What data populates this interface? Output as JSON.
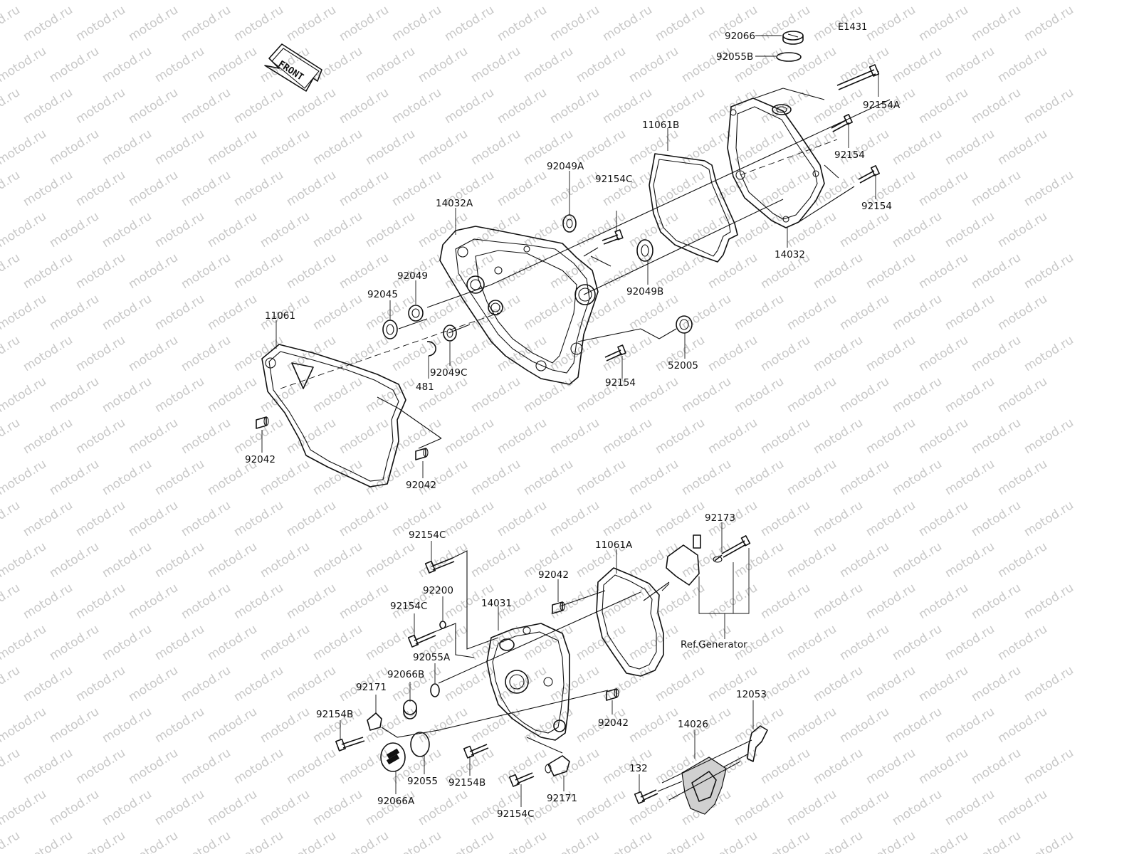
{
  "diagram_code": "E1431",
  "front_label": "FRONT",
  "watermark": "motod.ru",
  "reference": "Ref.Generator",
  "labels": [
    {
      "id": "92066_top",
      "text": "92066"
    },
    {
      "id": "92055B",
      "text": "92055B"
    },
    {
      "id": "92154A",
      "text": "92154A"
    },
    {
      "id": "92154_r1",
      "text": "92154"
    },
    {
      "id": "92154_r2",
      "text": "92154"
    },
    {
      "id": "14032",
      "text": "14032"
    },
    {
      "id": "11061B",
      "text": "11061B"
    },
    {
      "id": "92049A",
      "text": "92049A"
    },
    {
      "id": "92154C_top",
      "text": "92154C"
    },
    {
      "id": "14032A",
      "text": "14032A"
    },
    {
      "id": "92049B",
      "text": "92049B"
    },
    {
      "id": "52005",
      "text": "52005"
    },
    {
      "id": "92154_mid",
      "text": "92154"
    },
    {
      "id": "92049",
      "text": "92049"
    },
    {
      "id": "92045",
      "text": "92045"
    },
    {
      "id": "92049C",
      "text": "92049C"
    },
    {
      "id": "481",
      "text": "481"
    },
    {
      "id": "11061",
      "text": "11061"
    },
    {
      "id": "92042_l1",
      "text": "92042"
    },
    {
      "id": "92042_l2",
      "text": "92042"
    },
    {
      "id": "92154C_a",
      "text": "92154C"
    },
    {
      "id": "92200",
      "text": "92200"
    },
    {
      "id": "92154C_b",
      "text": "92154C"
    },
    {
      "id": "14031",
      "text": "14031"
    },
    {
      "id": "92042_c1",
      "text": "92042"
    },
    {
      "id": "11061A",
      "text": "11061A"
    },
    {
      "id": "92173",
      "text": "92173"
    },
    {
      "id": "92055A",
      "text": "92055A"
    },
    {
      "id": "92066B",
      "text": "92066B"
    },
    {
      "id": "92171_l",
      "text": "92171"
    },
    {
      "id": "92154B_l",
      "text": "92154B"
    },
    {
      "id": "92055",
      "text": "92055"
    },
    {
      "id": "92066A",
      "text": "92066A"
    },
    {
      "id": "92154B_m",
      "text": "92154B"
    },
    {
      "id": "92171_m",
      "text": "92171"
    },
    {
      "id": "92154C_c",
      "text": "92154C"
    },
    {
      "id": "92042_c2",
      "text": "92042"
    },
    {
      "id": "12053",
      "text": "12053"
    },
    {
      "id": "14026",
      "text": "14026"
    },
    {
      "id": "132",
      "text": "132"
    }
  ]
}
